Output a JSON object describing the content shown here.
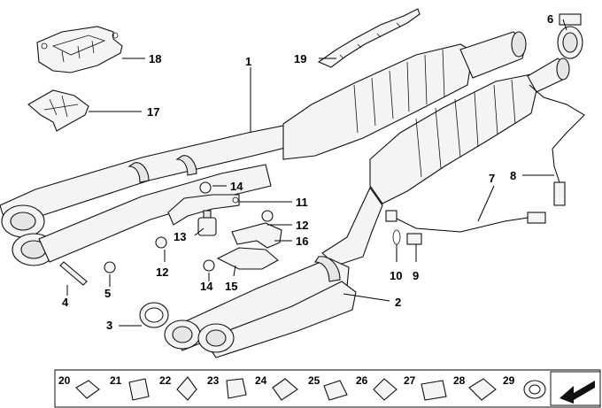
{
  "diagram": {
    "callouts": [
      {
        "id": "c1",
        "label": "1"
      },
      {
        "id": "c2",
        "label": "2"
      },
      {
        "id": "c3",
        "label": "3"
      },
      {
        "id": "c4",
        "label": "4"
      },
      {
        "id": "c5",
        "label": "5"
      },
      {
        "id": "c6",
        "label": "6"
      },
      {
        "id": "c7",
        "label": "7"
      },
      {
        "id": "c8",
        "label": "8"
      },
      {
        "id": "c9",
        "label": "9"
      },
      {
        "id": "c10",
        "label": "10"
      },
      {
        "id": "c11",
        "label": "11"
      },
      {
        "id": "c12a",
        "label": "12"
      },
      {
        "id": "c12b",
        "label": "12"
      },
      {
        "id": "c13",
        "label": "13"
      },
      {
        "id": "c14a",
        "label": "14"
      },
      {
        "id": "c14b",
        "label": "14"
      },
      {
        "id": "c15",
        "label": "15"
      },
      {
        "id": "c16",
        "label": "16"
      },
      {
        "id": "c17",
        "label": "17"
      },
      {
        "id": "c18",
        "label": "18"
      },
      {
        "id": "c19",
        "label": "19"
      }
    ],
    "strip": [
      {
        "label": "20"
      },
      {
        "label": "21"
      },
      {
        "label": "22"
      },
      {
        "label": "23"
      },
      {
        "label": "24"
      },
      {
        "label": "25"
      },
      {
        "label": "26"
      },
      {
        "label": "27"
      },
      {
        "label": "28"
      },
      {
        "label": "29"
      }
    ]
  },
  "icons": {
    "strip_arrow": "arrow-icon"
  },
  "colors": {
    "line": "#111111",
    "fill_light": "#f4f4f4",
    "fill_mid": "#e6e6e6",
    "background": "#ffffff"
  }
}
